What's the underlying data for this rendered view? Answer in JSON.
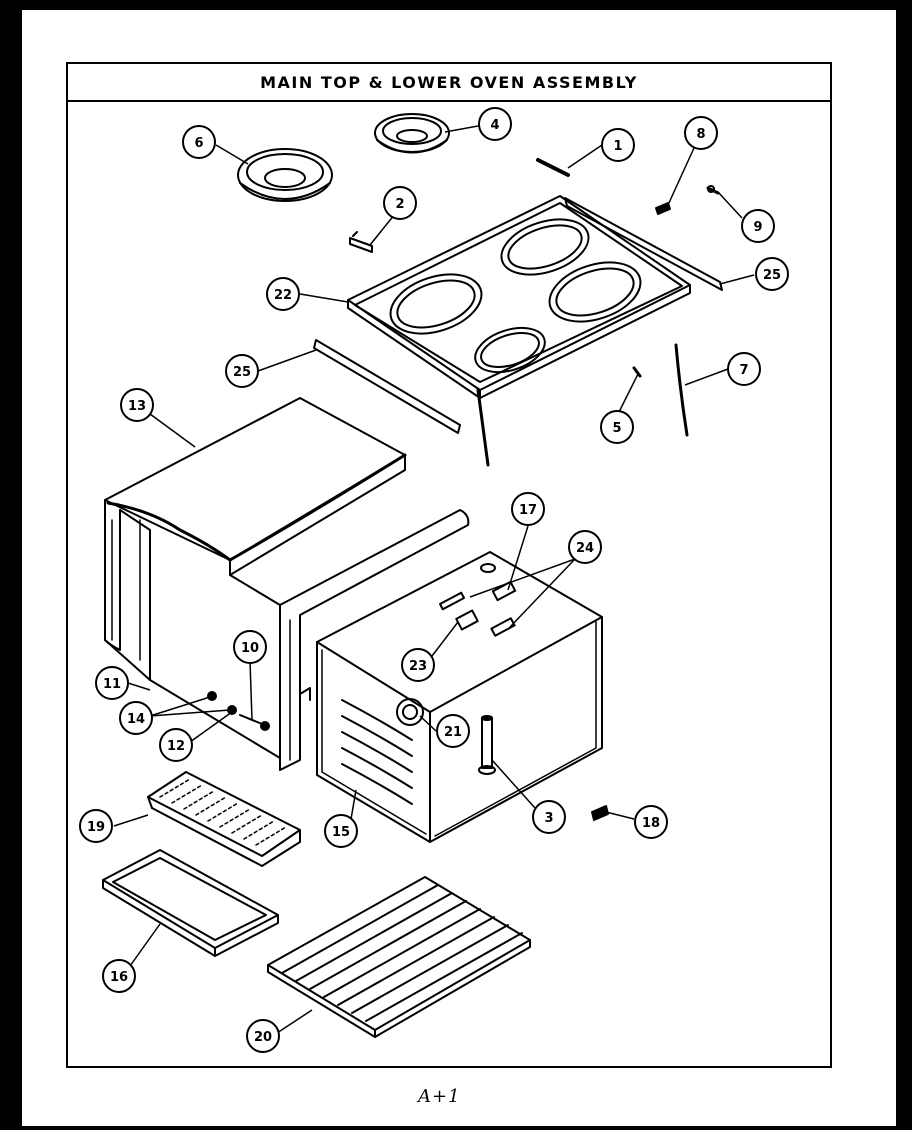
{
  "diagram": {
    "title": "MAIN TOP & LOWER OVEN ASSEMBLY",
    "footer_mark": "A+1",
    "callouts": [
      {
        "id": "c1",
        "label": "1"
      },
      {
        "id": "c2",
        "label": "2"
      },
      {
        "id": "c3",
        "label": "3"
      },
      {
        "id": "c4",
        "label": "4"
      },
      {
        "id": "c5",
        "label": "5"
      },
      {
        "id": "c6",
        "label": "6"
      },
      {
        "id": "c7",
        "label": "7"
      },
      {
        "id": "c8",
        "label": "8"
      },
      {
        "id": "c9",
        "label": "9"
      },
      {
        "id": "c10",
        "label": "10"
      },
      {
        "id": "c11",
        "label": "11"
      },
      {
        "id": "c12",
        "label": "12"
      },
      {
        "id": "c13",
        "label": "13"
      },
      {
        "id": "c14",
        "label": "14"
      },
      {
        "id": "c15",
        "label": "15"
      },
      {
        "id": "c16",
        "label": "16"
      },
      {
        "id": "c17",
        "label": "17"
      },
      {
        "id": "c18",
        "label": "18"
      },
      {
        "id": "c19",
        "label": "19"
      },
      {
        "id": "c20",
        "label": "20"
      },
      {
        "id": "c21",
        "label": "21"
      },
      {
        "id": "c22",
        "label": "22"
      },
      {
        "id": "c23",
        "label": "23"
      },
      {
        "id": "c24",
        "label": "24"
      },
      {
        "id": "c25a",
        "label": "25"
      },
      {
        "id": "c25b",
        "label": "25"
      }
    ]
  }
}
